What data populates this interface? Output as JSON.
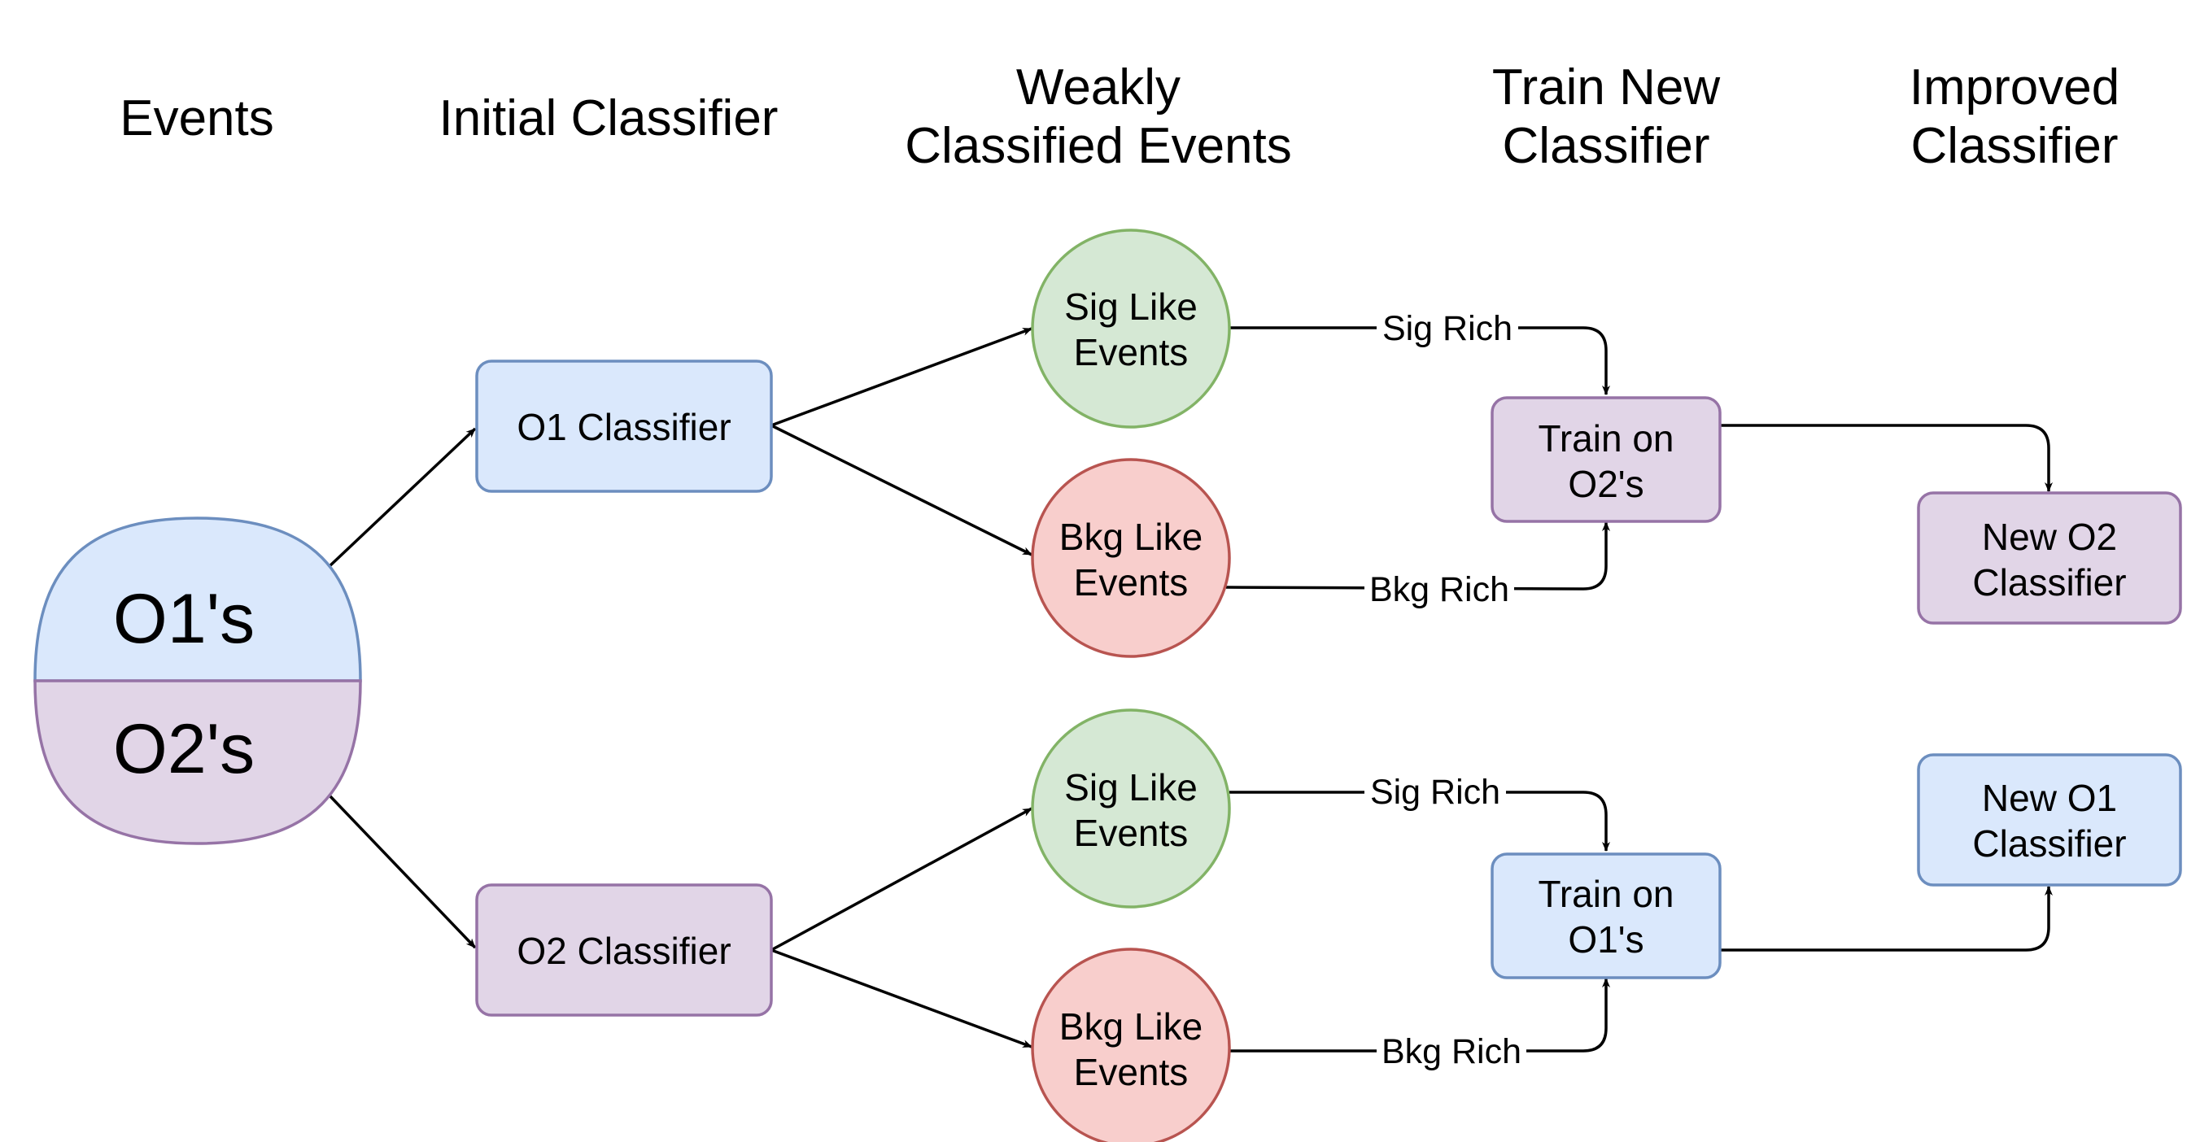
{
  "headers": {
    "events": "Events",
    "initial_classifier": "Initial Classifier",
    "weakly_classified": [
      "Weakly",
      "Classified Events"
    ],
    "train_new": [
      "Train New",
      "Classifier"
    ],
    "improved": [
      "Improved",
      "Classifier"
    ]
  },
  "events_node": {
    "top_label": "O1's",
    "bottom_label": "O2's"
  },
  "classifiers": {
    "o1": "O1 Classifier",
    "o2": "O2 Classifier"
  },
  "weak_events": {
    "upper_sig": [
      "Sig Like",
      "Events"
    ],
    "upper_bkg": [
      "Bkg Like",
      "Events"
    ],
    "lower_sig": [
      "Sig Like",
      "Events"
    ],
    "lower_bkg": [
      "Bkg Like",
      "Events"
    ]
  },
  "train": {
    "on_o2": [
      "Train on",
      "O2's"
    ],
    "on_o1": [
      "Train on",
      "O1's"
    ]
  },
  "improved": {
    "new_o2": [
      "New O2",
      "Classifier"
    ],
    "new_o1": [
      "New O1",
      "Classifier"
    ]
  },
  "edge_labels": {
    "upper_sig_rich": "Sig Rich",
    "upper_bkg_rich": "Bkg Rich",
    "lower_sig_rich": "Sig Rich",
    "lower_bkg_rich": "Bkg Rich"
  },
  "colors": {
    "blue_fill": "#dae8fc",
    "blue_stroke": "#6c8ebf",
    "purple_fill": "#e1d5e7",
    "purple_stroke": "#9673a6",
    "green_fill": "#d5e8d4",
    "green_stroke": "#82b366",
    "red_fill": "#f8cecc",
    "red_stroke": "#b85450"
  }
}
